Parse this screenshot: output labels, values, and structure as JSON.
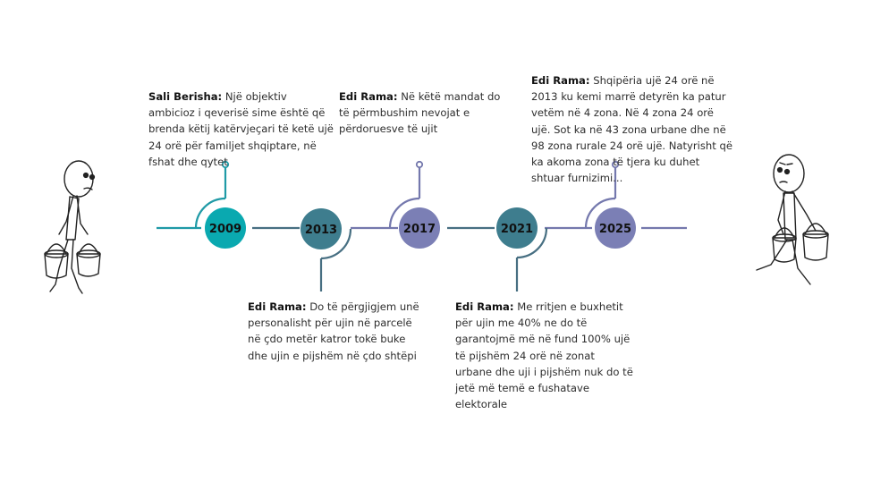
{
  "colors": {
    "teal": "#0aa9b0",
    "slate": "#3e7d8e",
    "lavender": "#7b7fb5",
    "line_teal": "#1f9aa6",
    "line_slate": "#476f82",
    "line_lavender": "#7478ad"
  },
  "timeline": {
    "nodes": [
      {
        "year": "2009",
        "color": "teal"
      },
      {
        "year": "2013",
        "color": "slate"
      },
      {
        "year": "2017",
        "color": "lavender"
      },
      {
        "year": "2021",
        "color": "slate"
      },
      {
        "year": "2025",
        "color": "lavender"
      }
    ]
  },
  "quotes": [
    {
      "speaker": "Sali Berisha:",
      "text": "Një objektiv ambicioz i qeverisë sime është që brenda këtij katërvjeçari të ketë ujë 24 orë për familjet shqiptare, në fshat dhe qytet"
    },
    {
      "speaker": "Edi Rama:",
      "text": "Do të përgjigjem unë personalisht për ujin në parcelë në çdo metër katror tokë buke dhe ujin e pijshëm në çdo shtëpi"
    },
    {
      "speaker": "Edi Rama:",
      "text": "Në këtë mandat do të përmbushim nevojat e përdoruesve të ujit"
    },
    {
      "speaker": "Edi Rama:",
      "text": "Me rritjen e buxhetit për ujin me 40% ne do të garantojmë më në fund 100% ujë të pijshëm 24 orë në zonat urbane dhe uji i pijshëm nuk do të jetë më temë e fushatave elektorale"
    },
    {
      "speaker": "Edi Rama:",
      "text": "Shqipëria ujë 24 orë në 2013 ku kemi marrë detyrën ka patur vetëm në 4 zona. Në 4 zona 24 orë ujë. Sot ka në 43 zona urbane dhe në 98 zona rurale 24 orë ujë. Natyrisht që ka akoma zona të tjera ku duhet shtuar furnizimi..."
    }
  ]
}
